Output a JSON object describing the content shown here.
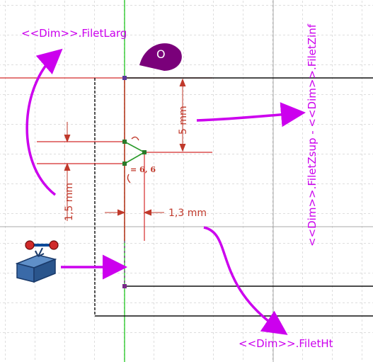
{
  "colors": {
    "background": "#ffffff",
    "grid": "#b8b8b8",
    "axis_green": "#40d040",
    "constraint_red": "#d42a2a",
    "dimension_red": "#c0392b",
    "annotation_magenta": "#cc00ee",
    "geometry_black": "#111111",
    "point_purple": "#7a2a8a",
    "point_green": "#2a7a2a",
    "badge_purple": "#7a007a"
  },
  "annotations": {
    "filet_larg": "<<Dim>>.FiletLarg",
    "filet_ht": "<<Dim>>.FiletHt",
    "filet_z": "<<Dim>>.FiletZsup - <<Dim>>.FiletZinf"
  },
  "dimensions": {
    "height_5": "5 mm",
    "width_1_5": "1,5 mm",
    "width_1_3": "1,3 mm",
    "equal_constraint": "= 6, 6"
  },
  "badge": {
    "label": "O",
    "icon": "origin-badge-icon"
  },
  "toolbar_icon": {
    "icon": "attachment-placement-icon"
  }
}
